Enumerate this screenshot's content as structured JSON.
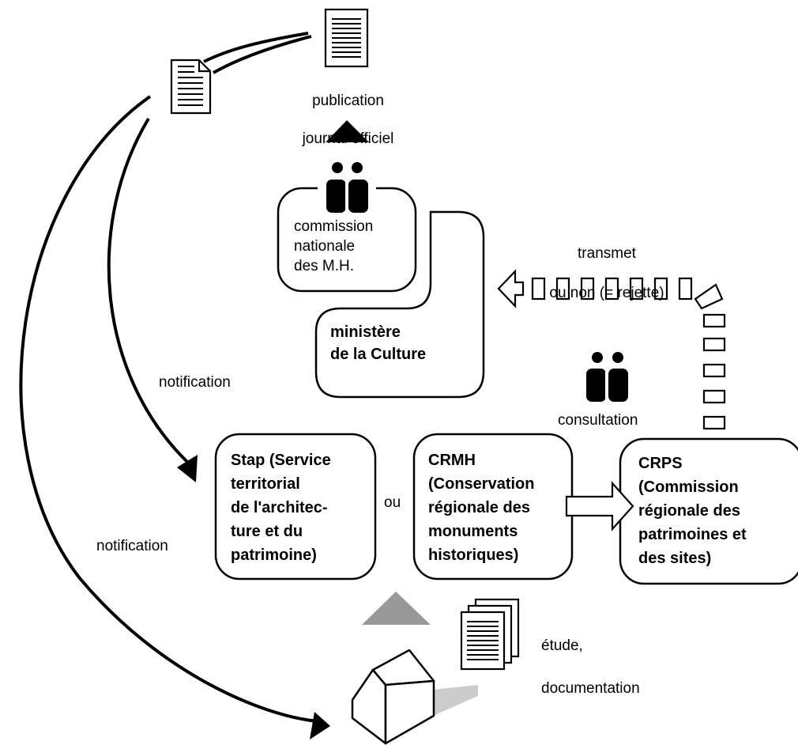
{
  "publication": {
    "line1": "publication",
    "line2": "journal officiel"
  },
  "commission_nationale": "commission\nnationale\ndes M.H.",
  "ministere": "ministère\nde la Culture",
  "transmet": {
    "line1": "transmet",
    "line2": "ou non (= rejette)"
  },
  "consultation": "consultation",
  "notification_upper": "notification",
  "notification_lower": "notification",
  "stap": "Stap (Service\nterritorial\nde l'architec-\nture et du\npatrimoine)",
  "ou": "ou",
  "crmh": "CRMH\n(Conservation\nrégionale des\nmonuments\nhistoriques)",
  "crps": "CRPS\n(Commission\nrégionale des\npatrimoines et\ndes sites)",
  "etude": {
    "line1": "étude,",
    "line2": "documentation"
  },
  "colors": {
    "ink": "#000000",
    "grey_triangle": "#999999",
    "shadow": "#cccccc",
    "background": "#ffffff"
  }
}
